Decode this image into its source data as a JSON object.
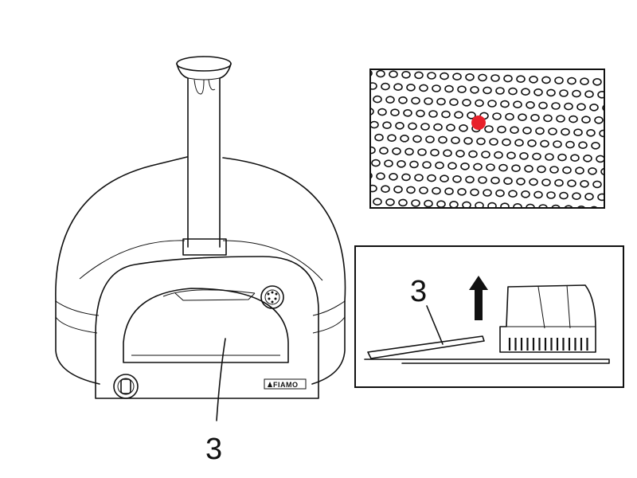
{
  "oven_figure": {
    "brand_logo": "FIAMO",
    "callout_number": "3"
  },
  "detail_figure": {
    "callout_number": "3",
    "direction": "up-arrow"
  },
  "perforated_detail": {
    "highlight_color": "#e8202a"
  },
  "colors": {
    "line": "#111111",
    "arrow": "#111111"
  }
}
